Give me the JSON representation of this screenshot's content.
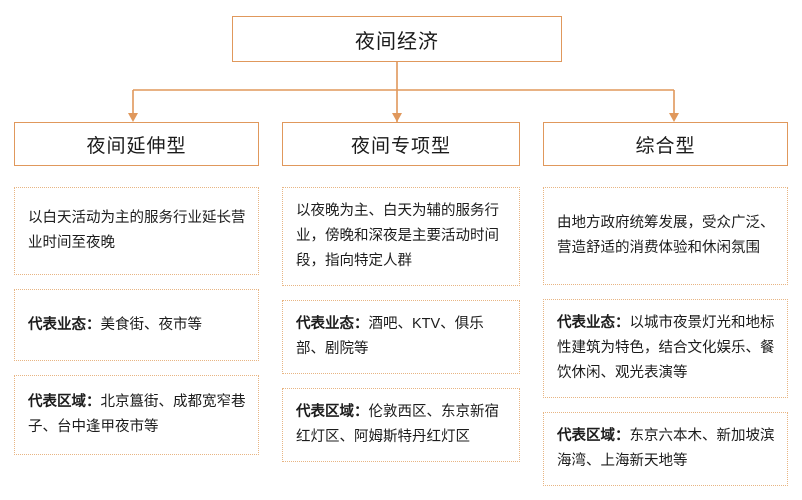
{
  "diagram": {
    "type": "org-tree",
    "accent_color": "#E0985C",
    "detail_border_color": "#E8B583",
    "background_color": "#FFFFFF",
    "root": {
      "label": "夜间经济"
    },
    "branches": [
      {
        "id": "night-extension",
        "label": "夜间延伸型",
        "details": [
          {
            "lead": "",
            "text": "以白天活动为主的服务行业延长营业时间至夜晚"
          },
          {
            "lead": "代表业态：",
            "text": "美食街、夜市等"
          },
          {
            "lead": "代表区域：",
            "text": "北京簋街、成都宽窄巷子、台中逢甲夜市等"
          }
        ]
      },
      {
        "id": "night-specialized",
        "label": "夜间专项型",
        "details": [
          {
            "lead": "",
            "text": "以夜晚为主、白天为辅的服务行业，傍晚和深夜是主要活动时间段，指向特定人群"
          },
          {
            "lead": "代表业态：",
            "text": "酒吧、KTV、俱乐部、剧院等"
          },
          {
            "lead": "代表区域：",
            "text": "伦敦西区、东京新宿红灯区、阿姆斯特丹红灯区"
          }
        ]
      },
      {
        "id": "comprehensive",
        "label": "综合型",
        "details": [
          {
            "lead": "",
            "text": "由地方政府统筹发展，受众广泛、营造舒适的消费体验和休闲氛围"
          },
          {
            "lead": "代表业态：",
            "text": "以城市夜景灯光和地标性建筑为特色，结合文化娱乐、餐饮休闲、观光表演等"
          },
          {
            "lead": "代表区域：",
            "text": "东京六本木、新加坡滨海湾、上海新天地等"
          }
        ]
      }
    ]
  }
}
